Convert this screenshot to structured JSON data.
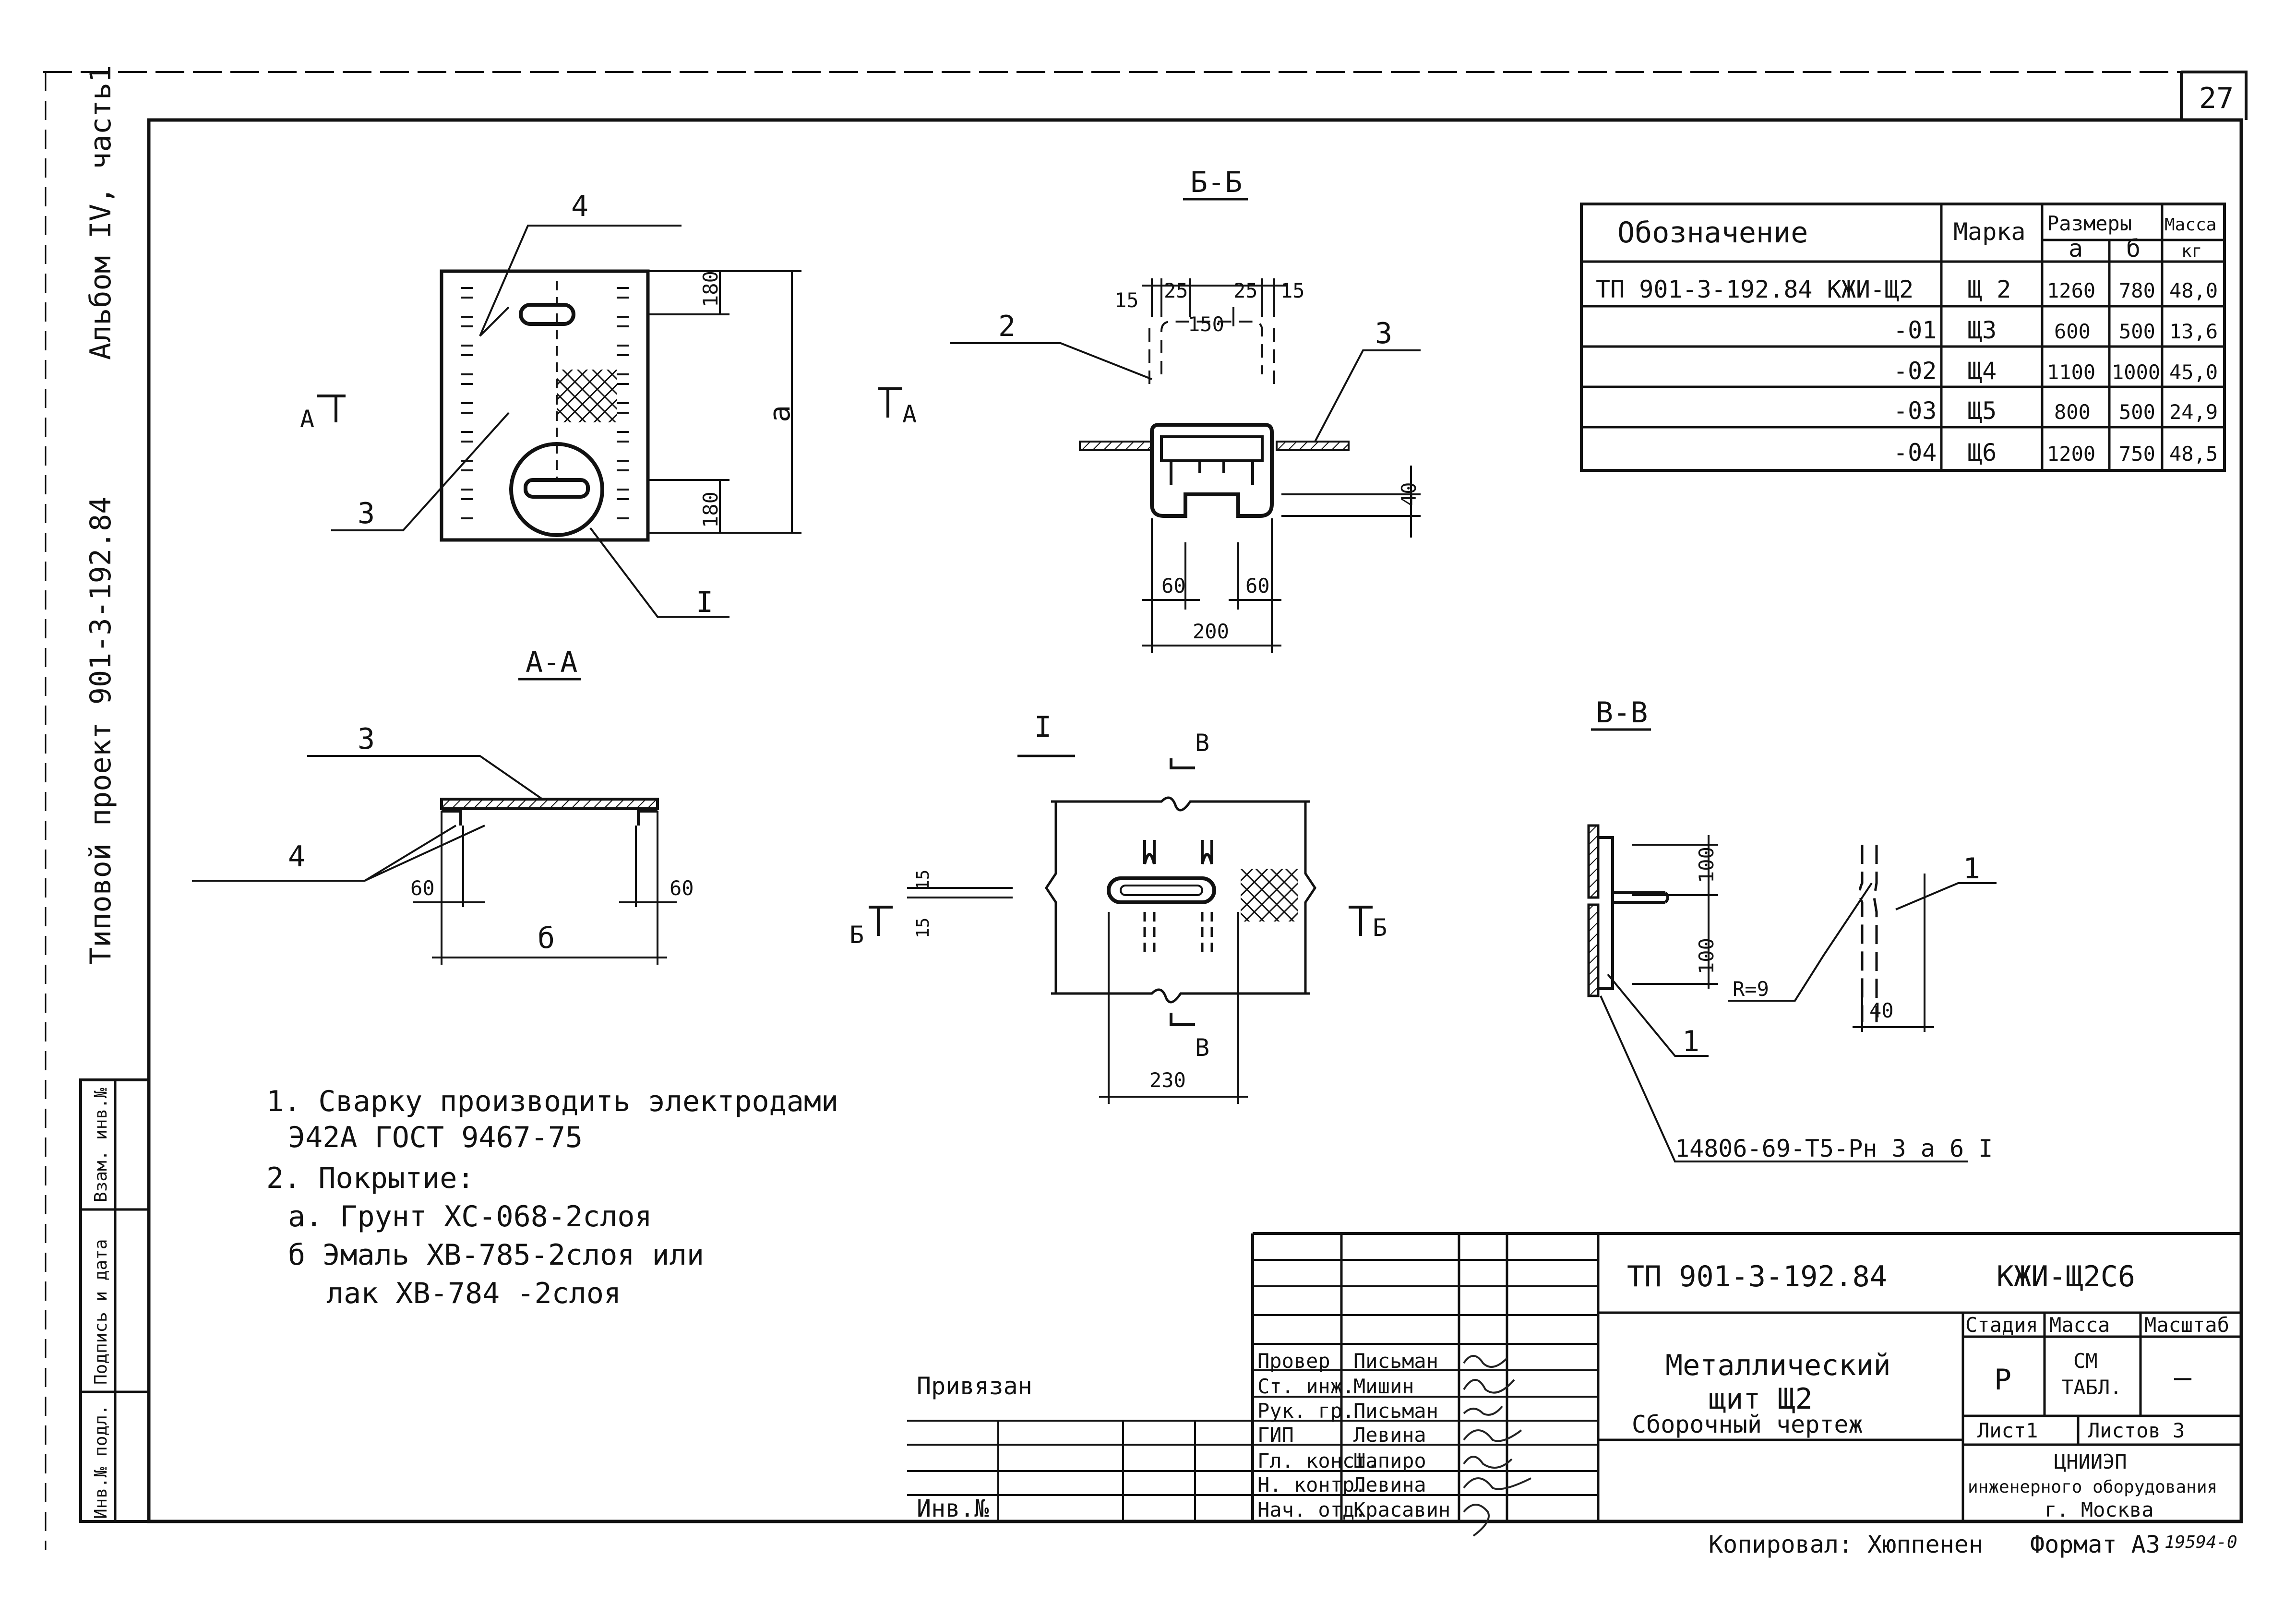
{
  "sheet_number": "27",
  "side_labels": {
    "album": "Альбом IV, часть1",
    "project": "Типовой проект 901-3-192.84",
    "inv_no_orig": "Инв.№ подл.",
    "sign_date": "Подпись и дата",
    "replace_inv": "Взам. инв.№"
  },
  "section_titles": {
    "b_b": "Б-Б",
    "a_a": "А-А",
    "v_v": "В-В",
    "detail_i": "I"
  },
  "section_marks": {
    "a": "А",
    "b": "Б",
    "v": "В"
  },
  "callouts": {
    "c1": "1",
    "c2": "2",
    "c3": "3",
    "c4": "4"
  },
  "dimensions": {
    "d15": "15",
    "d25": "25",
    "d150": "150",
    "d180": "180",
    "d40": "40",
    "d60": "60",
    "d200": "200",
    "d100": "100",
    "d230": "230",
    "radius": "R=9",
    "var_a": "а",
    "var_b": "б"
  },
  "weld_reference": "14806-69-Т5-Рн 3 а 6 I",
  "spec_table": {
    "headers": {
      "designation": "Обозначение",
      "mark": "Марка",
      "sizes": "Размеры",
      "a": "а",
      "b": "б",
      "mass": "Масса",
      "mass_unit": "кг"
    },
    "rows": [
      {
        "designation": "ТП 901-3-192.84   КЖИ-Щ2",
        "mark": "Щ 2",
        "a": "1260",
        "b": "780",
        "mass": "48,0"
      },
      {
        "designation": "-01",
        "mark": "Щ3",
        "a": "600",
        "b": "500",
        "mass": "13,6"
      },
      {
        "designation": "-02",
        "mark": "Щ4",
        "a": "1100",
        "b": "1000",
        "mass": "45,0"
      },
      {
        "designation": "-03",
        "mark": "Щ5",
        "a": "800",
        "b": "500",
        "mass": "24,9"
      },
      {
        "designation": "-04",
        "mark": "Щ6",
        "a": "1200",
        "b": "750",
        "mass": "48,5"
      }
    ]
  },
  "notes": [
    "1. Сварку производить   электродами",
    "Э42А  ГОСТ 9467-75",
    "2. Покрытие:",
    "а. Грунт ХС-068-2слоя",
    "б  Эмаль ХВ-785-2слоя или",
    "лак ХВ-784          -2слоя"
  ],
  "title_block": {
    "code": "ТП 901-3-192.84",
    "doc_mark": "КЖИ-Щ2С6",
    "title_line1": "Металлический",
    "title_line2": "щит Щ2",
    "title_line3": "Сборочный чертеж",
    "stage_label": "Стадия",
    "mass_label": "Масса",
    "scale_label": "Масштаб",
    "stage_value": "Р",
    "mass_value_1": "СМ",
    "mass_value_2": "ТАБЛ.",
    "scale_value": "—",
    "sheet_label": "Лист1",
    "sheets_label": "Листов 3",
    "org_1": "ЦНИИЭП",
    "org_2": "инженерного оборудования",
    "org_3": "г. Москва",
    "bound_label": "Привязан",
    "inv_label": "Инв.№",
    "roles": [
      {
        "role": "Провер",
        "name": "Письман"
      },
      {
        "role": "Ст. инж.",
        "name": "Мишин"
      },
      {
        "role": "Рук. гр.",
        "name": "Письман"
      },
      {
        "role": "ГИП",
        "name": "Левина"
      },
      {
        "role": "Гл. конст.",
        "name": "Шапиро"
      },
      {
        "role": "Н. контр.",
        "name": "Левина"
      },
      {
        "role": "Нач. отд.",
        "name": "Красавин"
      }
    ]
  },
  "footer": {
    "copied_by": "Копировал: Хюппенен",
    "format": "Формат А3",
    "archive_no": "19594-0"
  }
}
